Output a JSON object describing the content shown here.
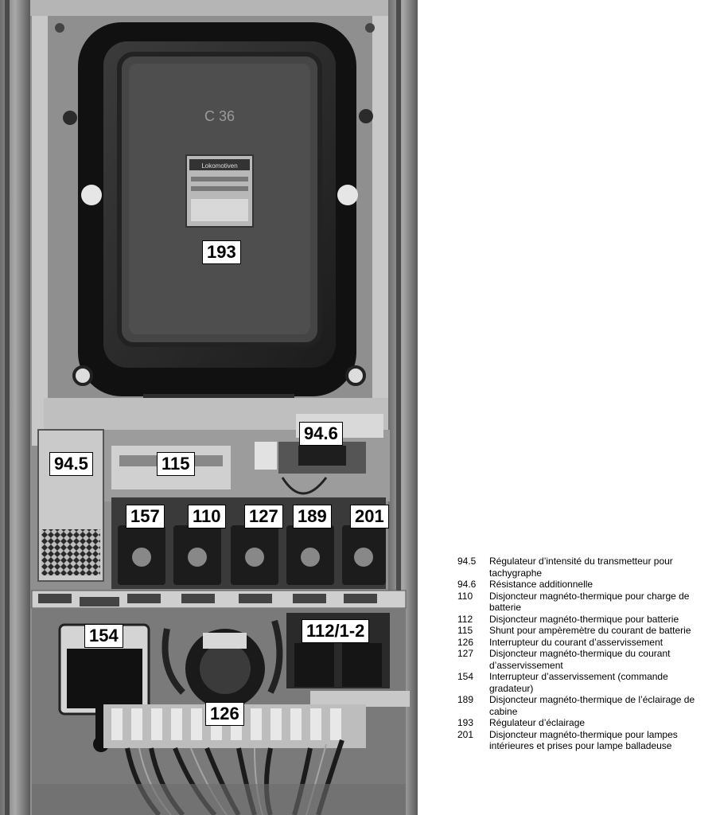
{
  "photo": {
    "plate_text": "C 36",
    "nameplate_text": "Lokomotiven"
  },
  "labels": {
    "l193": "193",
    "l946": "94.6",
    "l945": "94.5",
    "l115": "115",
    "l157": "157",
    "l110": "110",
    "l127": "127",
    "l189": "189",
    "l201": "201",
    "l154": "154",
    "l1121": "112/1-2",
    "l126": "126"
  },
  "legend": [
    {
      "code": "94.5",
      "desc": "Régulateur d’intensité du transmetteur pour tachygraphe"
    },
    {
      "code": "94.6",
      "desc": "Résistance additionnelle"
    },
    {
      "code": "110",
      "desc": "Disjoncteur magnéto-thermique pour charge de batterie"
    },
    {
      "code": "112",
      "desc": "Disjoncteur magnéto-thermique pour batterie"
    },
    {
      "code": "115",
      "desc": "Shunt pour ampèremètre du courant de batterie"
    },
    {
      "code": "126",
      "desc": "Interrupteur du courant d’asservissement"
    },
    {
      "code": "127",
      "desc": "Disjoncteur magnéto-thermique du courant d’asservissement"
    },
    {
      "code": "154",
      "desc": "Interrupteur d’asservissement (commande gradateur)"
    },
    {
      "code": "189",
      "desc": "Disjoncteur magnéto-thermique de l’éclairage de cabine"
    },
    {
      "code": "193",
      "desc": "Régulateur d’éclairage"
    },
    {
      "code": "201",
      "desc": "Disjoncteur magnéto-thermique pour lampes intérieures et prises pour lampe balladeuse"
    }
  ]
}
